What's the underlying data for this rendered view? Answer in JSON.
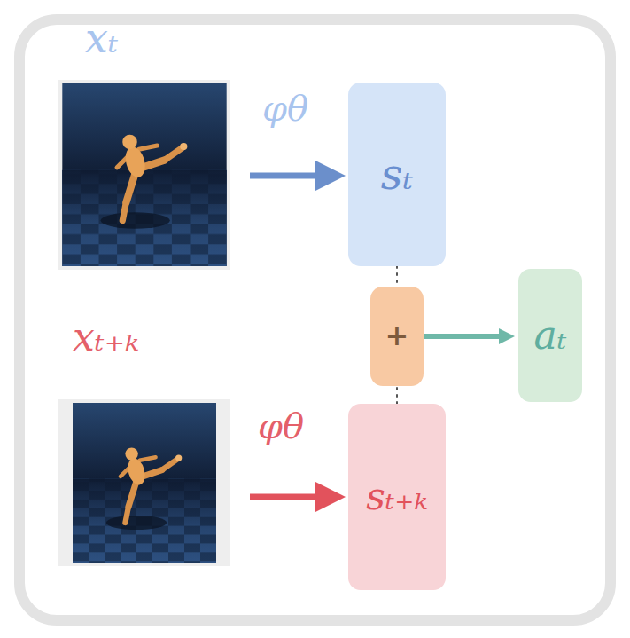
{
  "diagram": {
    "nodes": [
      {
        "text": [
          "sₜ"
        ]
      },
      {
        "text": [
          "+"
        ]
      },
      {
        "text": [
          "aₜ"
        ]
      },
      {
        "text": [
          "sₜ₊ₖ"
        ]
      }
    ],
    "edges": [
      {
        "from": 0,
        "to": 1,
        "arrow": "none"
      },
      {
        "from": 3,
        "to": 1,
        "arrow": "none"
      },
      {
        "from": 1,
        "to": 2,
        "arrow": "to"
      }
    ],
    "labels": [
      "xₜ",
      "φθ",
      "xₜ₊ₖ",
      "φθ"
    ]
  }
}
